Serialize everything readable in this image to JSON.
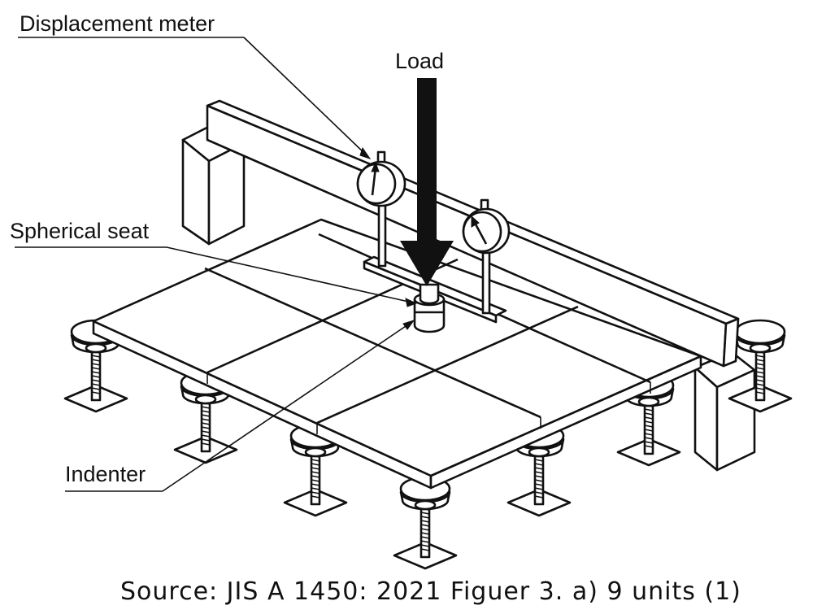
{
  "labels": {
    "displacement_meter": "Displacement meter",
    "load": "Load",
    "spherical_seat": "Spherical seat",
    "indenter": "Indenter"
  },
  "caption": "Source: JIS A 1450: 2021 Figuer 3. a) 9 units (1)",
  "colors": {
    "ink": "#111111",
    "background": "#ffffff"
  }
}
